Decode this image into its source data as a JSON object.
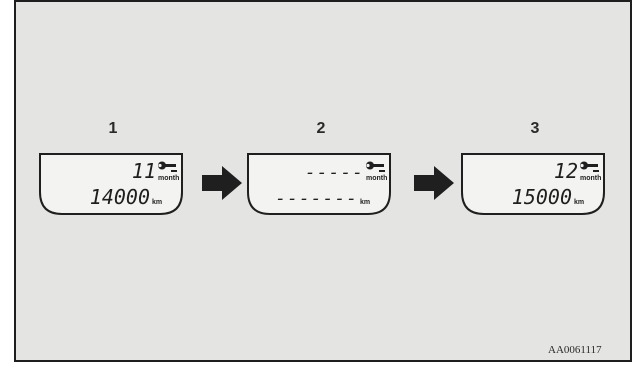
{
  "colors": {
    "background": "#e4e4e2",
    "frame_border": "#1e1e1e",
    "display_fill": "#f3f3f1",
    "segment_ink": "#1f1f1f"
  },
  "steps": [
    {
      "number": "1",
      "service_months": "11",
      "service_unit": "month",
      "distance": "14000",
      "distance_unit": "km"
    },
    {
      "number": "2",
      "service_months": "-----",
      "service_unit": "month",
      "distance": "-------",
      "distance_unit": "km"
    },
    {
      "number": "3",
      "service_months": "12",
      "service_unit": "month",
      "distance": "15000",
      "distance_unit": "km"
    }
  ],
  "icons": {
    "service": "wrench-icon",
    "transition": "right-arrow-icon"
  },
  "figure_code": "AA0061117"
}
